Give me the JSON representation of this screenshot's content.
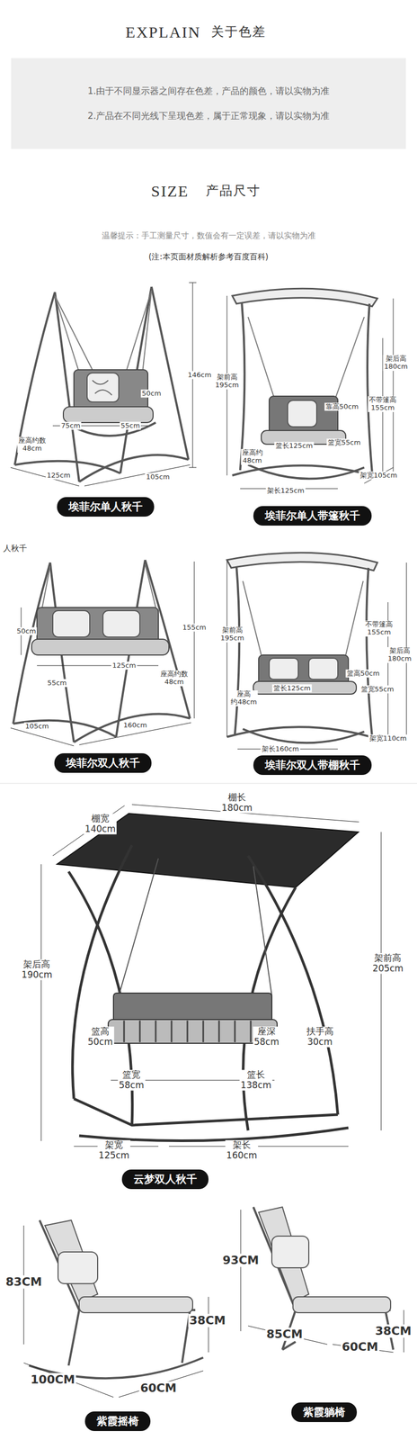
{
  "diagram": {
    "nodes": [
      {
        "text": [
          "1.由于不同显示器之间存在色差，产品的颜色，请以实物为准",
          "2.产品在不同光线下呈现色差，属于正常现象，请以实物为准"
        ]
      },
      {
        "text": [
          "埃菲尔单人秋千"
        ]
      },
      {
        "text": [
          "埃菲尔单人带篷秋千"
        ]
      },
      {
        "text": [
          "埃菲尔双人秋千"
        ]
      },
      {
        "text": [
          "埃菲尔双人带棚秋千"
        ]
      },
      {
        "text": [
          "云梦双人秋千"
        ]
      },
      {
        "text": [
          "紫霞摇椅"
        ]
      },
      {
        "text": [
          "紫霞躺椅"
        ]
      }
    ],
    "labels": [
      "EXPLAIN",
      "关于色差",
      "SIZE",
      "产品尺寸",
      "温馨提示：手工测量尺寸，数值会有一定误差，请以实物为准",
      "(注:本页面材质解析参考百度百科)",
      "146cm",
      "50cm",
      "75cm",
      "55cm",
      "座高约数 48cm",
      "125cm",
      "105cm",
      "架前高 195cm",
      "架后高 180cm",
      "不带篷高 155cm",
      "靠高50cm",
      "篮宽55cm",
      "篮长125cm",
      "座高约 48cm",
      "架长125cm",
      "架宽105cm",
      "人秋千",
      "155cm",
      "50cm",
      "55cm",
      "125cm",
      "座高约数 48cm",
      "105cm",
      "160cm",
      "架前高 195cm",
      "不带篷高 155cm",
      "架后高 180cm",
      "篮高50cm",
      "篮长125cm",
      "篮宽55cm",
      "座高 约48cm",
      "架长160cm",
      "架宽110cm",
      "棚宽 140cm",
      "棚长 180cm",
      "架后高 190cm",
      "架前高 205cm",
      "篮高 50cm",
      "座深 58cm",
      "扶手高 30cm",
      "篮宽 58cm",
      "篮长 138cm",
      "架宽 125cm",
      "架长 160cm",
      "83CM",
      "38CM",
      "100CM",
      "60CM",
      "93CM",
      "38CM",
      "85CM",
      "60CM"
    ]
  }
}
